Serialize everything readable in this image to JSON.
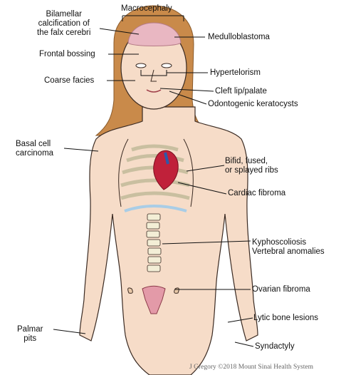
{
  "labels": {
    "macrocephaly": "Macrocephaly",
    "bilamellar": "Bilamellar\ncalcification of\nthe falx cerebri",
    "medulloblastoma": "Medulloblastoma",
    "frontal_bossing": "Frontal bossing",
    "hypertelorism": "Hypertelorism",
    "coarse_facies": "Coarse facies",
    "cleft_lip": "Cleft lip/palate",
    "odontogenic": "Odontogenic keratocysts",
    "basal_cell": "Basal cell\ncarcinoma",
    "ribs": "Bifid, fused,\nor splayed ribs",
    "cardiac": "Cardiac fibroma",
    "kyphoscoliosis": "Kyphoscoliosis\nVertebral anomalies",
    "ovarian": "Ovarian fibroma",
    "lytic": "Lytic bone lesions",
    "palmar": "Palmar\npits",
    "syndactyly": "Syndactyly"
  },
  "credit": "J Gregory ©2018 Mount Sinai Health System",
  "colors": {
    "skin": "#f6dcc8",
    "hair": "#c98a4a",
    "bone": "#f3eed6",
    "cartilage": "#a9cde6",
    "heart_red": "#c0213a",
    "heart_blue": "#2e58a8",
    "uterus": "#e39aa8",
    "outline": "#3a2a22"
  }
}
